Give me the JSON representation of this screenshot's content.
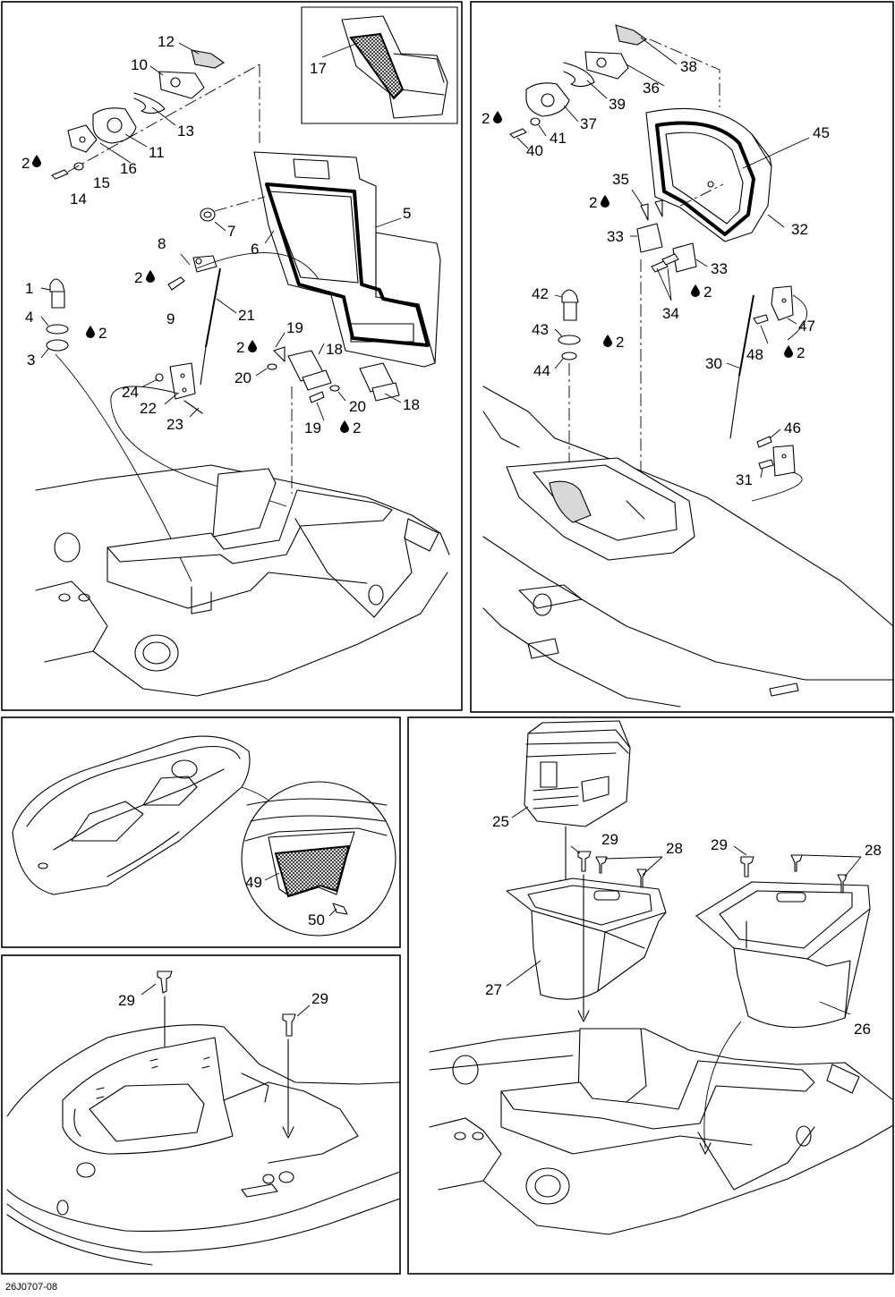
{
  "figure_id": "26J0707-08",
  "callouts": {
    "c1": "1",
    "c2": "2",
    "c3": "3",
    "c4": "4",
    "c5": "5",
    "c6": "6",
    "c7": "7",
    "c8": "8",
    "c9": "9",
    "c10": "10",
    "c11": "11",
    "c12": "12",
    "c13": "13",
    "c14": "14",
    "c15": "15",
    "c16": "16",
    "c17": "17",
    "c18": "18",
    "c19": "19",
    "c20": "20",
    "c21": "21",
    "c22": "22",
    "c23": "23",
    "c24": "24",
    "c25": "25",
    "c26": "26",
    "c27": "27",
    "c28": "28",
    "c29": "29",
    "c30": "30",
    "c31": "31",
    "c32": "32",
    "c33": "33",
    "c34": "34",
    "c35": "35",
    "c36": "36",
    "c37": "37",
    "c38": "38",
    "c39": "39",
    "c40": "40",
    "c41": "41",
    "c42": "42",
    "c43": "43",
    "c44": "44",
    "c45": "45",
    "c46": "46",
    "c47": "47",
    "c48": "48",
    "c49": "49",
    "c50": "50"
  },
  "adhesive_note": "2",
  "icons": {
    "adhesive": "drop-icon"
  }
}
